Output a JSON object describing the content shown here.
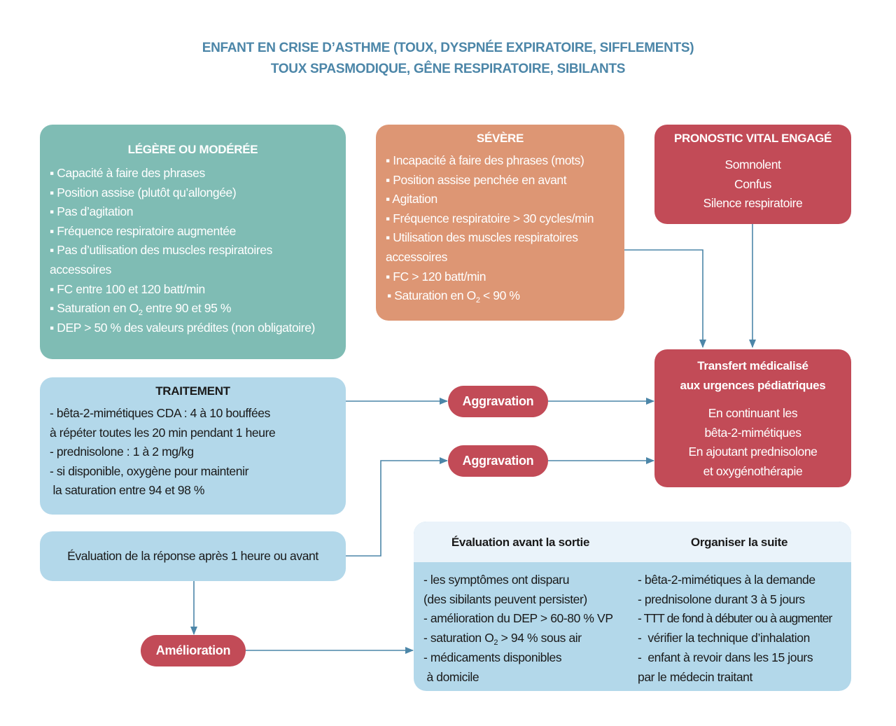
{
  "header": {
    "title_line1": "ENFANT EN CRISE D’ASTHME (TOUX, DYSPNÉE EXPIRATOIRE, SIFFLEMENTS)",
    "title_line2": "TOUX SPASMODIQUE, GÊNE RESPIRATOIRE, SIBILANTS"
  },
  "colors": {
    "title": "#4c86a8",
    "mild": "#7fbcb4",
    "severe": "#dd9674",
    "critical": "#c24b57",
    "treatment": "#b3d8ea",
    "arrow": "#4c86a8"
  },
  "mild": {
    "title": "LÉGÈRE OU MODÉRÉE",
    "items": [
      "▪ Capacité à faire des phrases",
      "▪ Position assise (plutôt qu’allongée)",
      "▪ Pas d’agitation",
      "▪ Fréquence respiratoire augmentée",
      "▪ Pas d’utilisation des muscles respiratoires",
      "accessoires",
      "▪ FC entre 100 et 120 batt/min",
      "▪ Saturation en O",
      "▪ DEP > 50 % des valeurs prédites (non obligatoire)"
    ],
    "sat_suffix": " entre 90 et 95 %",
    "sub2": "2"
  },
  "severe": {
    "title": "SÉVÈRE",
    "items": [
      "▪ Incapacité à faire des phrases (mots)",
      "▪ Position assise penchée en avant",
      "▪ Agitation",
      "▪ Fréquence respiratoire > 30 cycles/min",
      "▪ Utilisation des muscles respiratoires",
      "accessoires",
      "▪ FC > 120 batt/min",
      "▪ Saturation en O"
    ],
    "sat_suffix": " < 90 %",
    "sub2": "2"
  },
  "critical": {
    "title": "PRONOSTIC VITAL ENGAGÉ",
    "items": [
      "Somnolent",
      "Confus",
      "Silence respiratoire"
    ]
  },
  "transfer": {
    "title_line1": "Transfert médicalisé",
    "title_line2": "aux urgences pédiatriques",
    "items": [
      "En continuant les",
      "bêta-2-mimétiques",
      "En ajoutant prednisolone",
      "et oxygénothérapie"
    ]
  },
  "treatment": {
    "title": "TRAITEMENT",
    "items": [
      "- bêta-2-mimétiques CDA : 4 à 10 bouffées",
      "à répéter toutes les 20 min pendant 1 heure",
      "- prednisolone : 1 à 2 mg/kg",
      "- si disponible, oxygène pour maintenir",
      " la saturation entre 94 et 98 %"
    ]
  },
  "evaluation_response": "Évaluation de la réponse après 1 heure ou avant",
  "pills": {
    "aggravation1": "Aggravation",
    "aggravation2": "Aggravation",
    "amelioration": "Amélioration"
  },
  "discharge": {
    "left_title": "Évaluation avant la sortie",
    "right_title": "Organiser la suite",
    "left_items": [
      "- les symptômes ont disparu",
      "(des sibilants peuvent persister)",
      "- amélioration du DEP > 60-80 % VP",
      "- saturation O",
      "- médicaments disponibles",
      " à domicile"
    ],
    "left_sat_suffix": " > 94 % sous air",
    "sub2": "2",
    "right_items": [
      "- bêta-2-mimétiques à la demande",
      "- prednisolone durant 3 à 5 jours",
      "- TTT de fond à débuter ou à augmenter",
      "-  vérifier la technique d’inhalation",
      "-  enfant à revoir dans les 15 jours",
      "par le médecin traitant"
    ]
  }
}
